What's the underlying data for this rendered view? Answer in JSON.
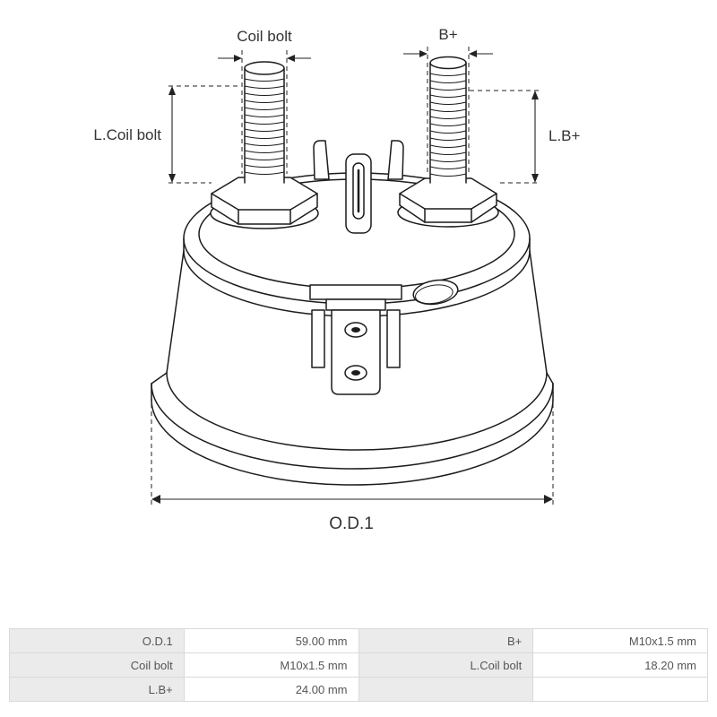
{
  "diagram": {
    "labels": {
      "coil_bolt": "Coil bolt",
      "b_plus": "B+",
      "l_coil_bolt": "L.Coil bolt",
      "l_b_plus": "L.B+",
      "od1": "O.D.1"
    }
  },
  "table": {
    "rows": [
      [
        {
          "label": "O.D.1",
          "value": "59.00 mm"
        },
        {
          "label": "B+",
          "value": "M10x1.5 mm"
        }
      ],
      [
        {
          "label": "Coil bolt",
          "value": "M10x1.5 mm"
        },
        {
          "label": "L.Coil bolt",
          "value": "18.20 mm"
        }
      ],
      [
        {
          "label": "L.B+",
          "value": "24.00 mm"
        },
        {
          "label": "",
          "value": ""
        }
      ]
    ]
  }
}
